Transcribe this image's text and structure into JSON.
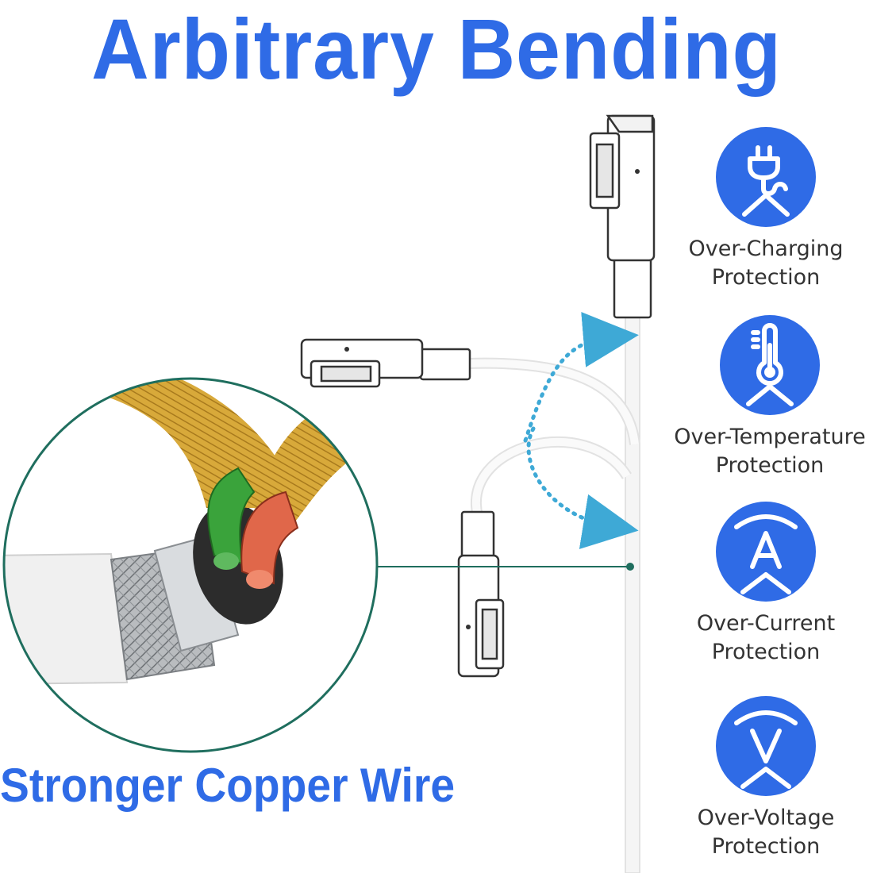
{
  "title": "Arbitrary Bending",
  "subtitle": "Stronger Copper Wire",
  "accent_color": "#2f6be6",
  "features": [
    {
      "icon": "plug-icon",
      "line1": "Over-Charging",
      "line2": "Protection"
    },
    {
      "icon": "thermometer-icon",
      "line1": "Over-Temperature",
      "line2": "Protection"
    },
    {
      "icon": "ampere-icon",
      "line1": "Over-Current",
      "line2": "Protection"
    },
    {
      "icon": "voltage-icon",
      "line1": "Over-Voltage",
      "line2": "Protection"
    }
  ]
}
